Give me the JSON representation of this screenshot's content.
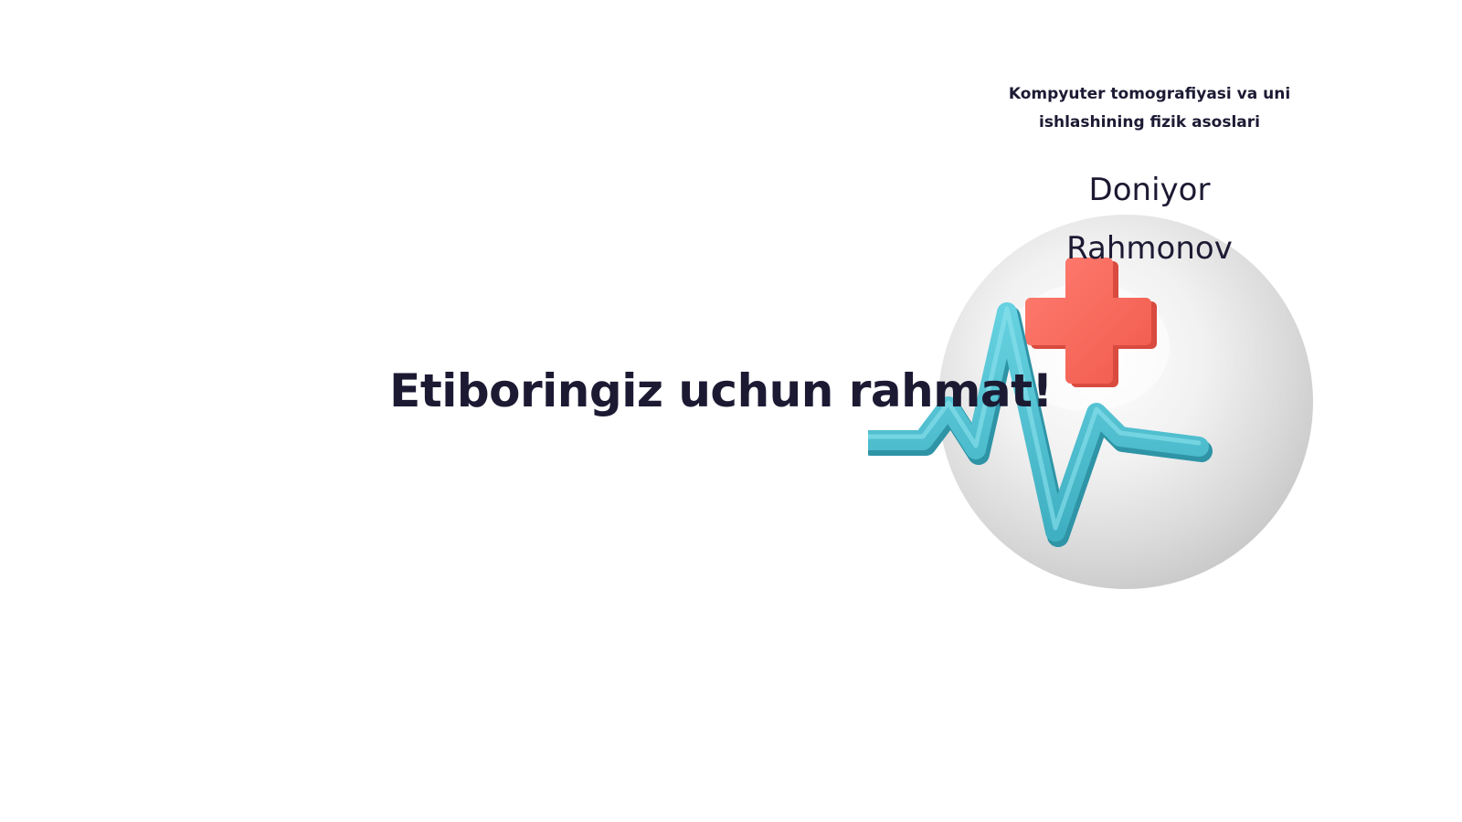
{
  "slide": {
    "title": "Etiboringiz uchun rahmat!",
    "topic": "Kompyuter tomografiyasi va uni ishlashining fizik asoslari",
    "author": {
      "first_name": "Doniyor",
      "last_name": "Rahmonov"
    },
    "illustration": {
      "icon": "medical-heartbeat-icon",
      "colors": {
        "sphere": "#e6e6e6",
        "cross": "#fa6b5e",
        "pulse": "#4fbfd0",
        "text": "#1c1a33"
      }
    }
  }
}
